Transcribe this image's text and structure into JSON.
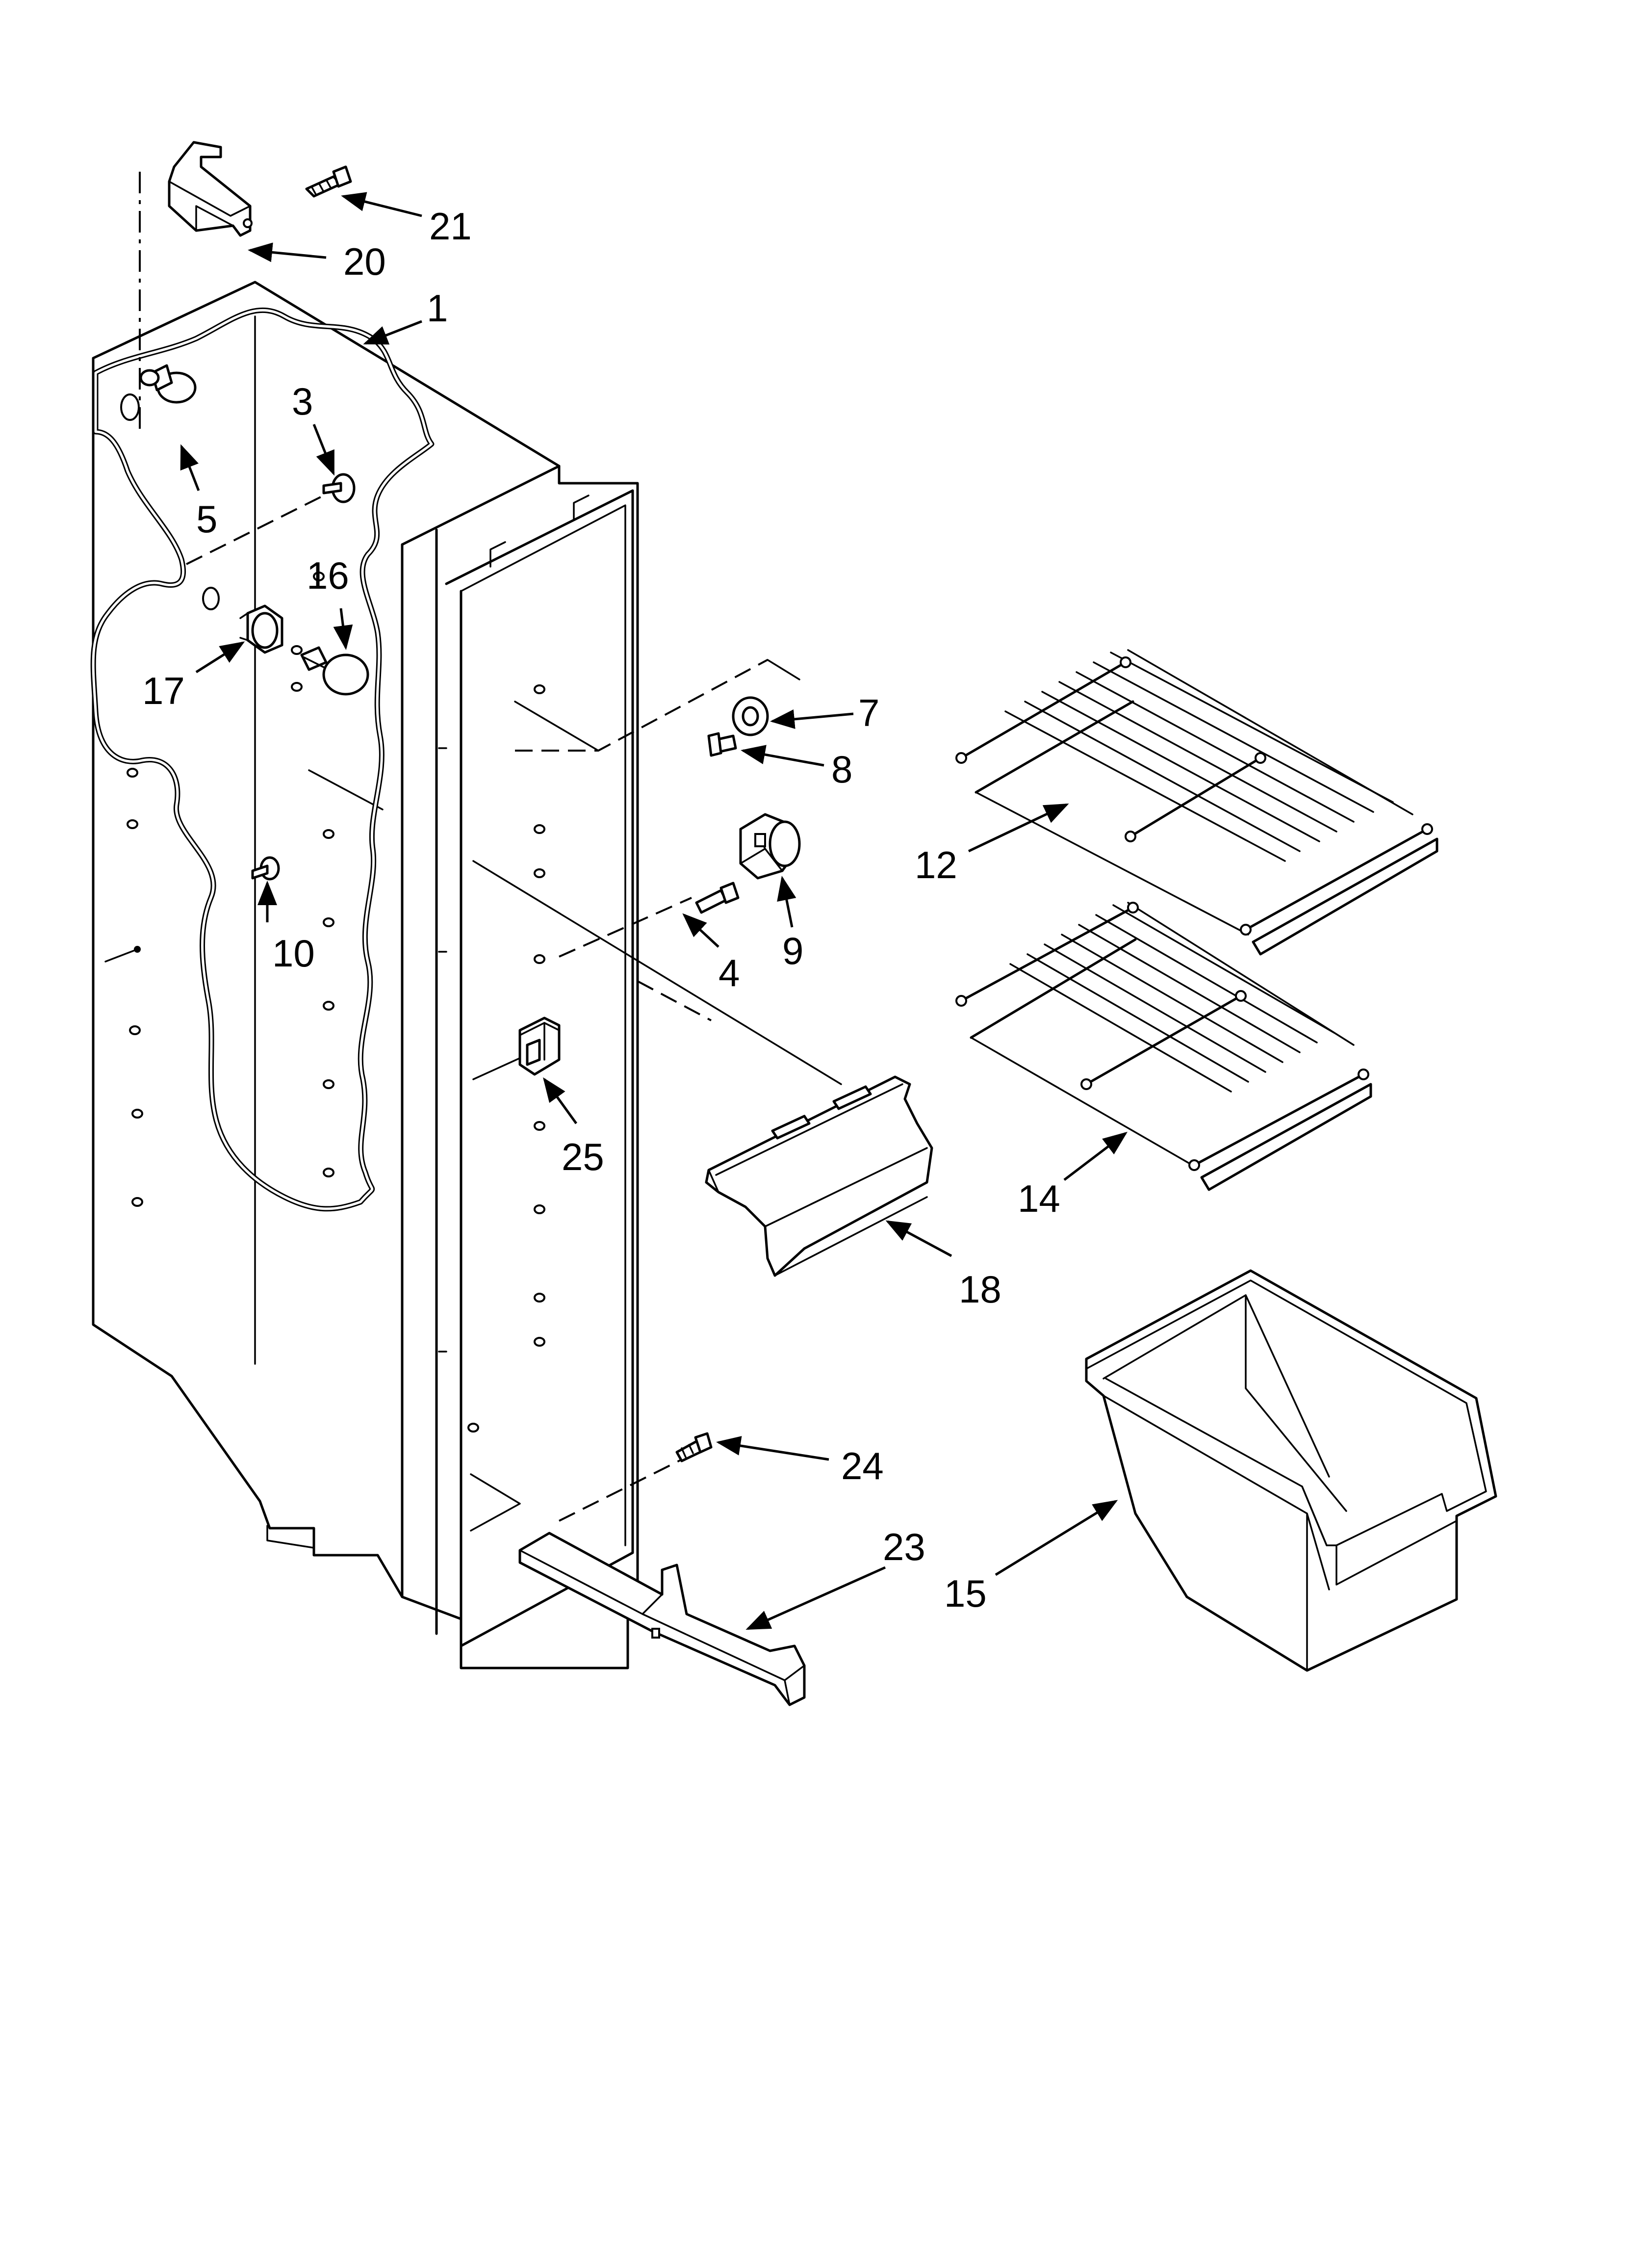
{
  "callouts": [
    {
      "id": "c1",
      "label": "1"
    },
    {
      "id": "c3",
      "label": "3"
    },
    {
      "id": "c4",
      "label": "4"
    },
    {
      "id": "c5",
      "label": "5"
    },
    {
      "id": "c7",
      "label": "7"
    },
    {
      "id": "c8",
      "label": "8"
    },
    {
      "id": "c9",
      "label": "9"
    },
    {
      "id": "c10",
      "label": "10"
    },
    {
      "id": "c12",
      "label": "12"
    },
    {
      "id": "c14",
      "label": "14"
    },
    {
      "id": "c15",
      "label": "15"
    },
    {
      "id": "c16",
      "label": "16"
    },
    {
      "id": "c17",
      "label": "17"
    },
    {
      "id": "c18",
      "label": "18"
    },
    {
      "id": "c20",
      "label": "20"
    },
    {
      "id": "c21",
      "label": "21"
    },
    {
      "id": "c23",
      "label": "23"
    },
    {
      "id": "c24",
      "label": "24"
    },
    {
      "id": "c25",
      "label": "25"
    }
  ],
  "colors": {
    "line": "#000000",
    "background": "#ffffff"
  }
}
